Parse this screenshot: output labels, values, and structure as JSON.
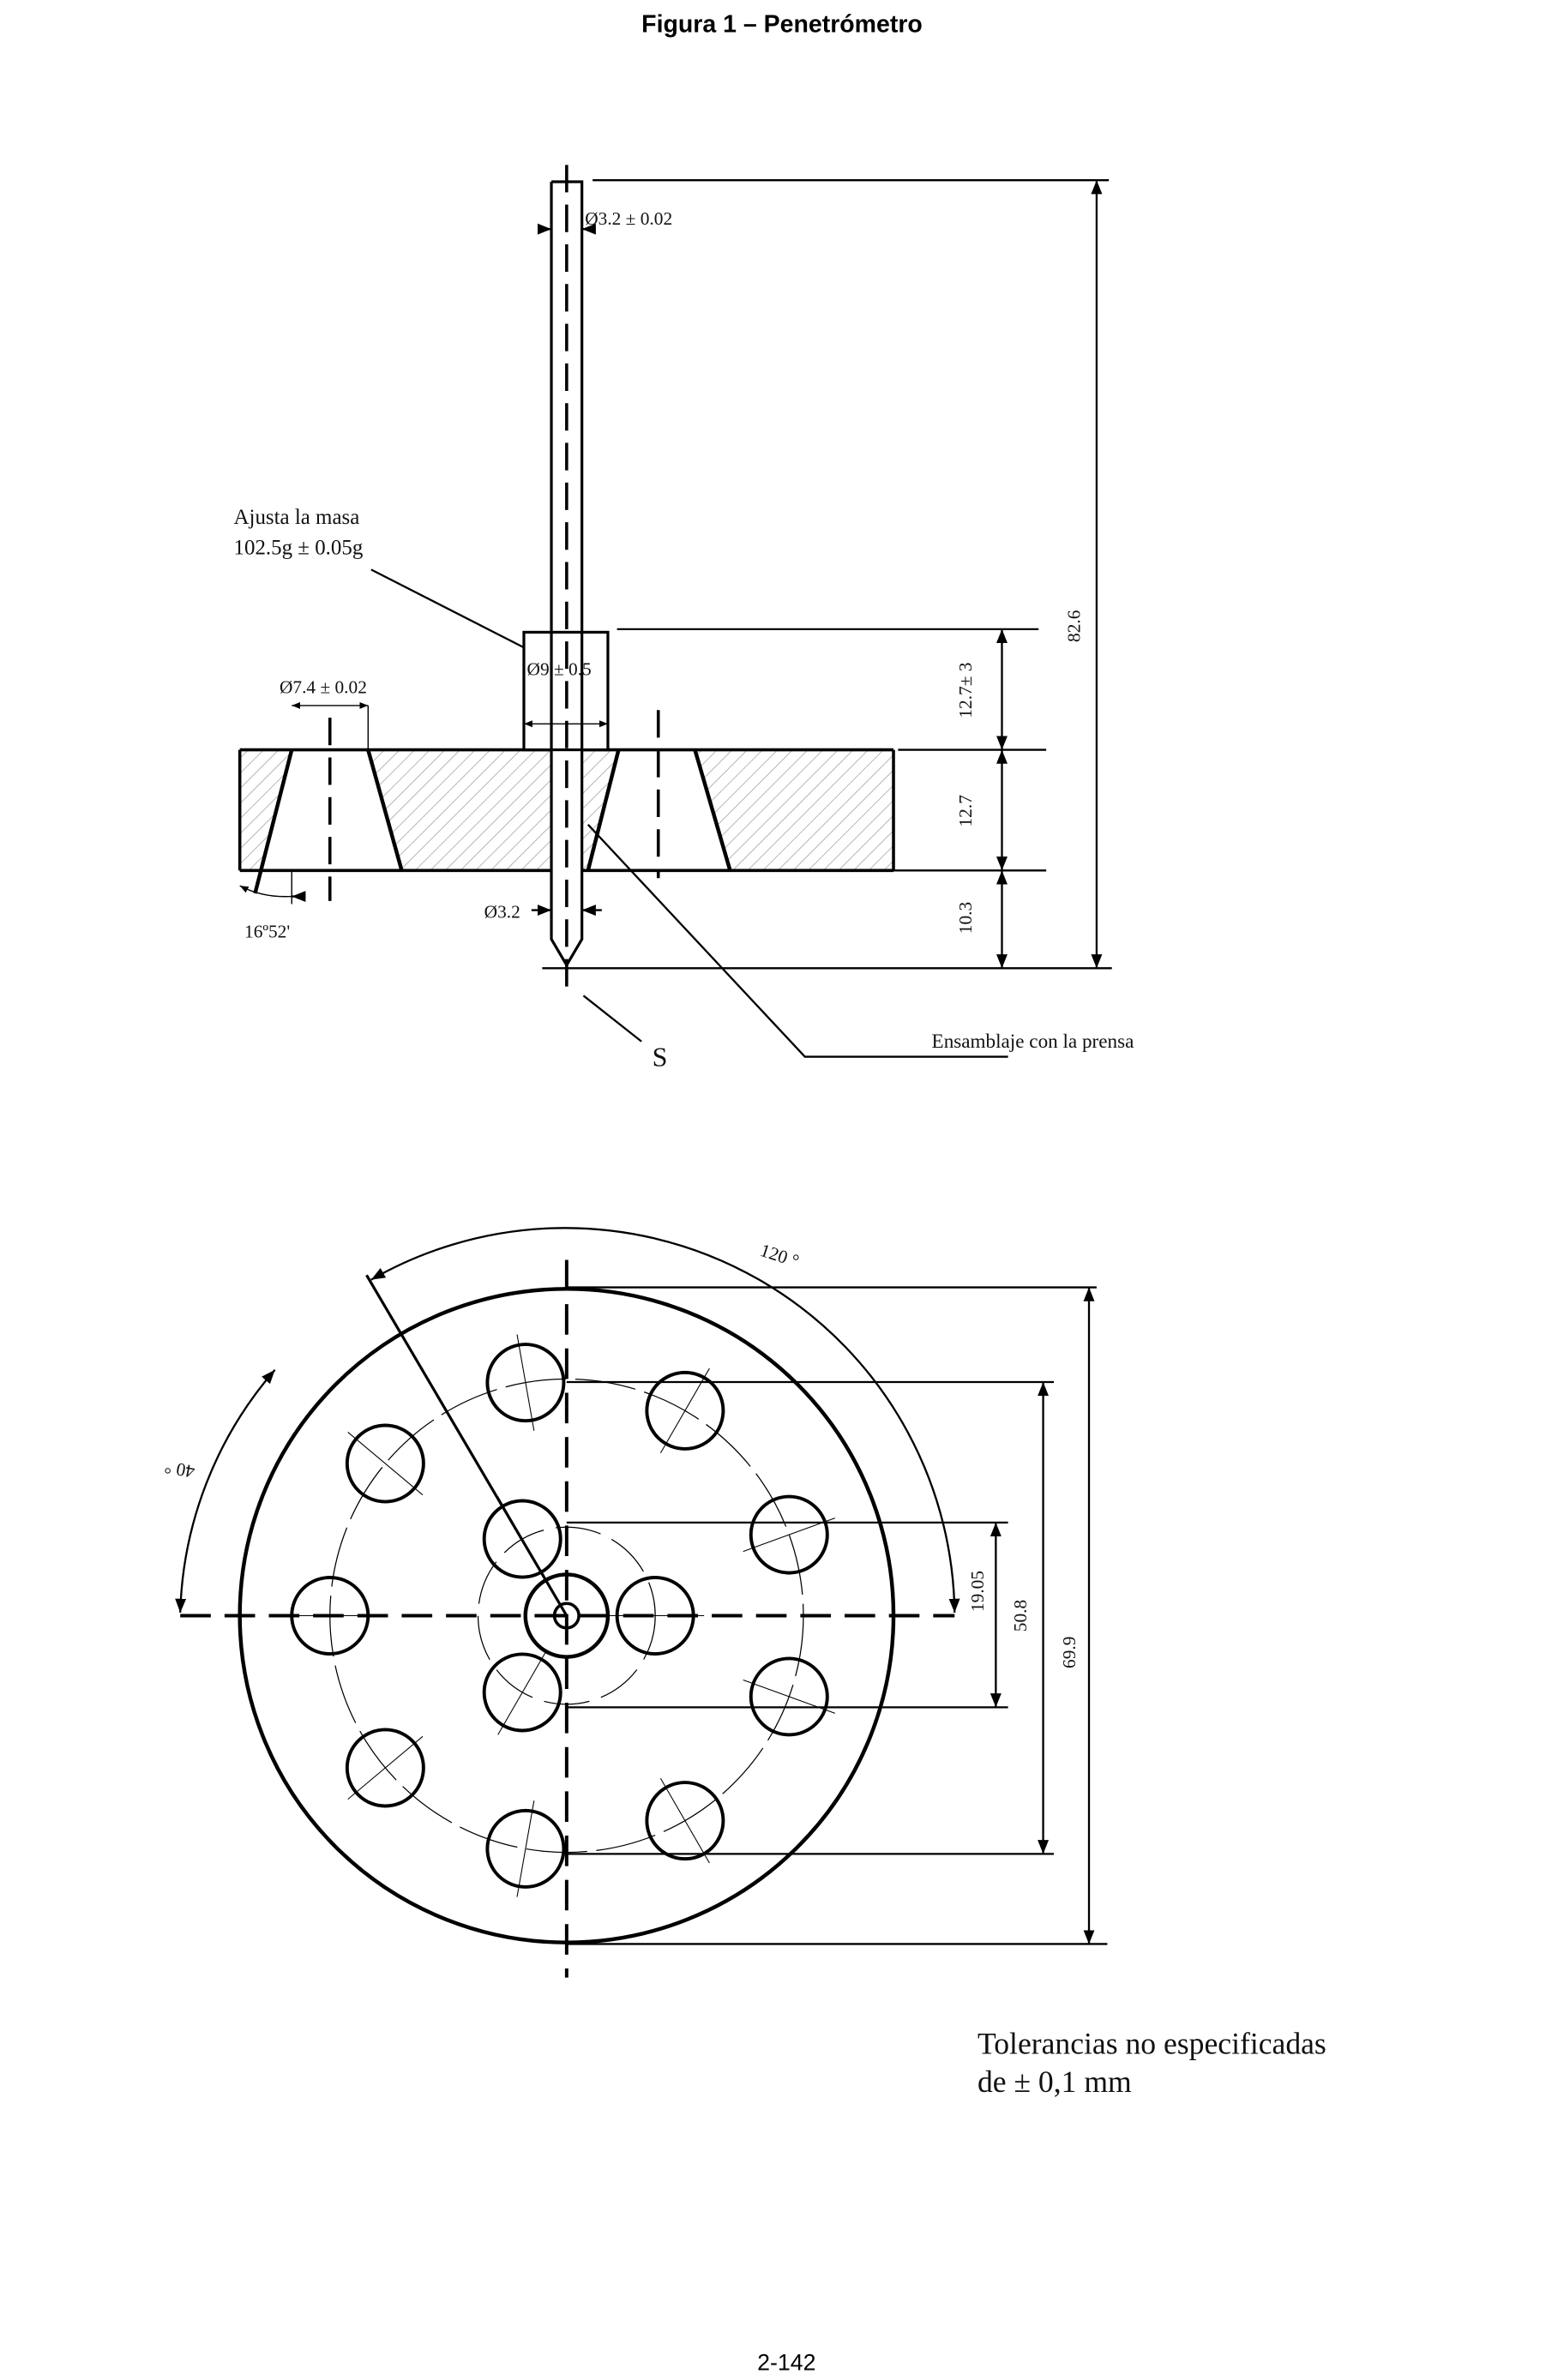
{
  "title": "Figura 1 – Penetrómetro",
  "page_number": "2-142",
  "side_view": {
    "rod_diameter": "Ø3.2 ± 0.02",
    "mass_note_line1": "Ajusta la masa",
    "mass_note_line2": "102.5g ± 0.05g",
    "mass_diameter": "Ø9 ± 0.5",
    "hole_diameter": "Ø7.4 ± 0.02",
    "taper_angle": "16º52'",
    "tip_diameter": "Ø3.2",
    "dim_total": "82.6",
    "dim_mass_height": "12.7± 3",
    "dim_plate": "12.7",
    "dim_tip": "10.3",
    "label_s": "S",
    "assembly_note": "Ensamblaje con la prensa"
  },
  "top_view": {
    "angle_120": "120 °",
    "angle_40": "40 °",
    "dim_inner": "19.05",
    "dim_middle": "50.8",
    "dim_outer": "69.9"
  },
  "tolerance_note_line1": "Tolerancias no especificadas",
  "tolerance_note_line2": "de ± 0,1 mm"
}
